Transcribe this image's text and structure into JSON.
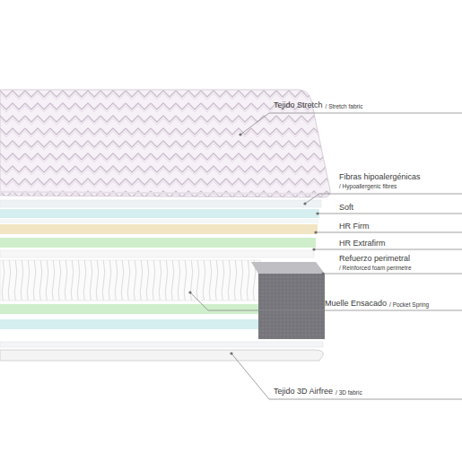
{
  "diagram": {
    "labels": [
      "Tejido Stretch",
      "/ Stretch fabric",
      "Fibras hipoalergénicas",
      "/ Hypoallergenic fibres",
      "Soft",
      "HR Firm",
      "HR Extrafirm",
      "Refuerzo perimetral",
      "/ Reinforced foam perimetre",
      "Muelle Ensacado",
      "/ Pocket Spring",
      "Tejido 3D Airfree",
      "/ 3D fabric"
    ]
  }
}
